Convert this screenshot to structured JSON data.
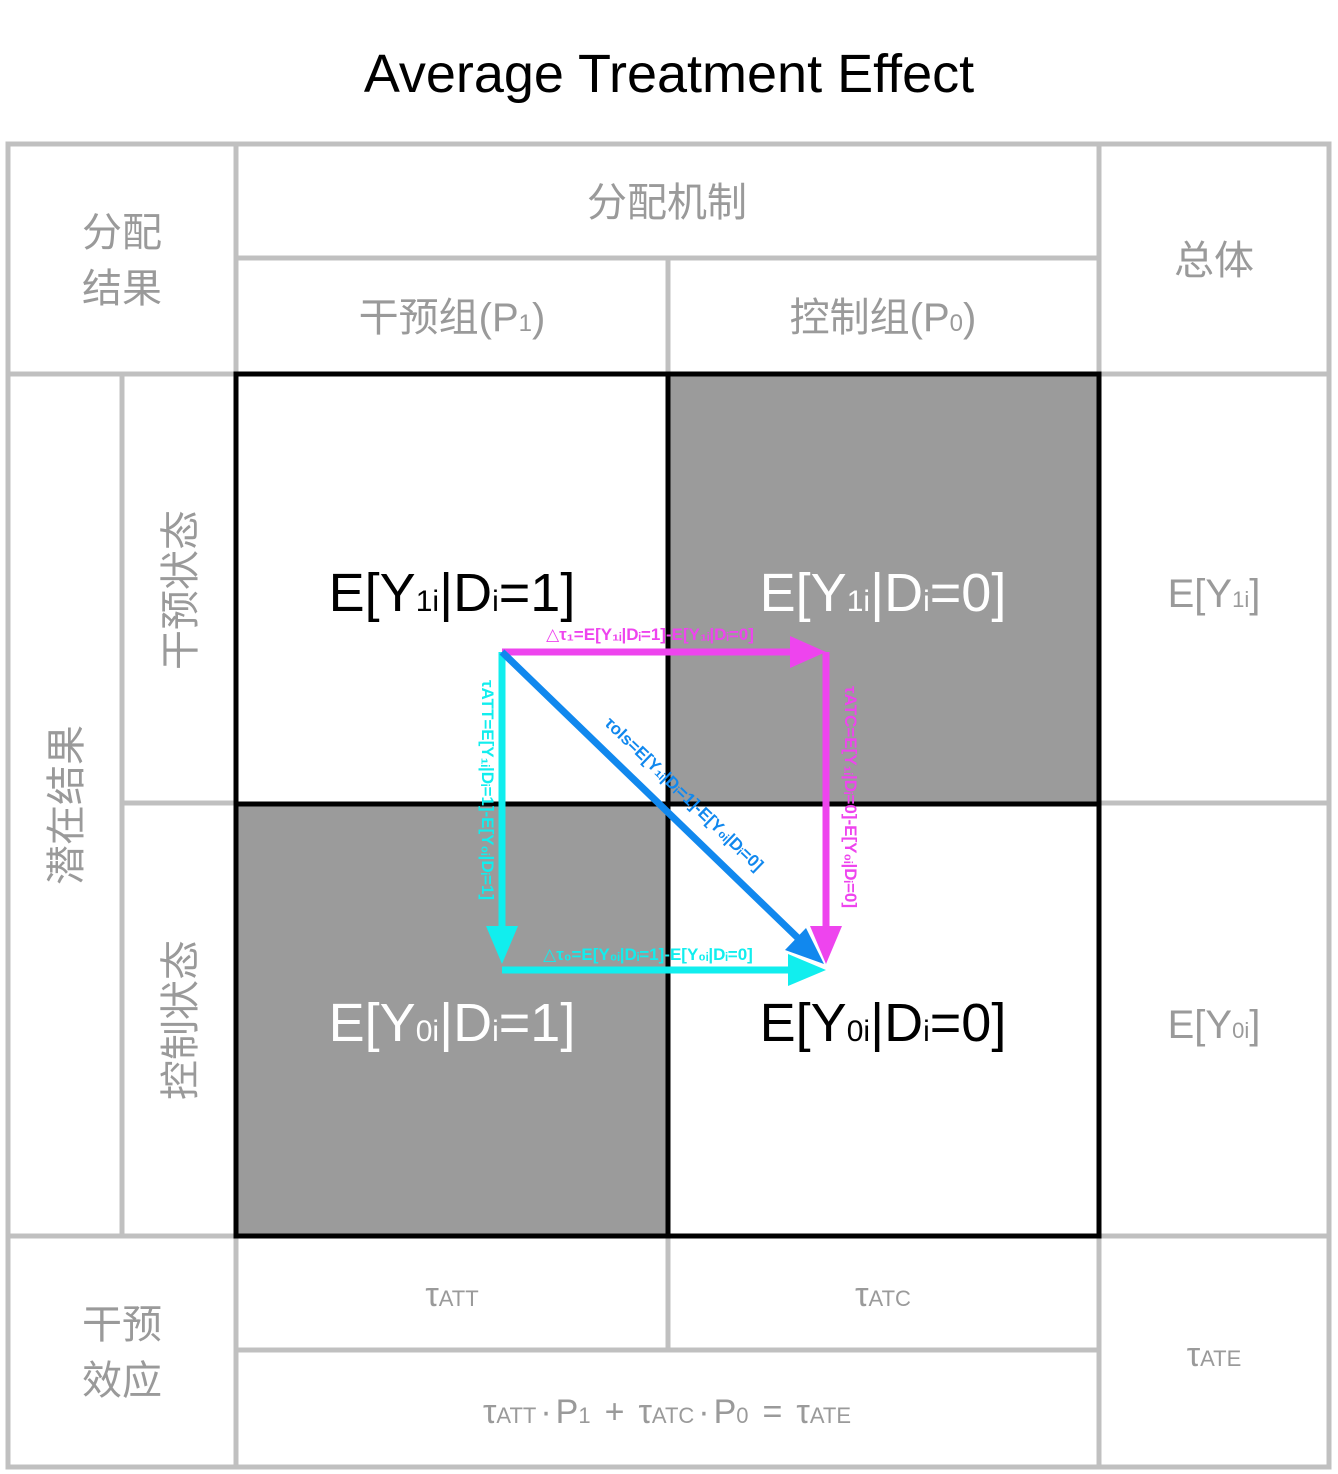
{
  "title": "Average Treatment Effect",
  "colors": {
    "grid": "#c0c0c0",
    "label_gray": "#9a9a9a",
    "cell_shaded": "#9b9b9b",
    "magenta": "#ee44ee",
    "cyan": "#11eeee",
    "blue": "#1188ee"
  },
  "header": {
    "assignment_result": [
      "分配",
      "结果"
    ],
    "assignment_mechanism": "分配机制",
    "overall": "总体",
    "treatment_group": {
      "main": "干预组(P",
      "sub": "1",
      "end": ")"
    },
    "control_group": {
      "main": "控制组(P",
      "sub": "0",
      "end": ")"
    }
  },
  "side": {
    "potential_outcome": "潜在结果",
    "treated_state": "干预状态",
    "control_state": "控制状态"
  },
  "cells": {
    "y1_d1": {
      "pre": "E[Y",
      "sub": "1i",
      "mid": "|D",
      "sub2": "i",
      "post": "=1]"
    },
    "y1_d0": {
      "pre": "E[Y",
      "sub": "1i",
      "mid": "|D",
      "sub2": "i",
      "post": "=0]"
    },
    "y0_d1": {
      "pre": "E[Y",
      "sub": "0i",
      "mid": "|D",
      "sub2": "i",
      "post": "=1]"
    },
    "y0_d0": {
      "pre": "E[Y",
      "sub": "0i",
      "mid": "|D",
      "sub2": "i",
      "post": "=0]"
    }
  },
  "totals": {
    "ey1": {
      "pre": "E[Y",
      "sub": "1i",
      "post": "]"
    },
    "ey0": {
      "pre": "E[Y",
      "sub": "0i",
      "post": "]"
    }
  },
  "effects": {
    "label": [
      "干预",
      "效应"
    ],
    "tau": "τ",
    "att": "ATT",
    "atc": "ATC",
    "ate": "ATE",
    "p1": "P",
    "p1_sub": "1",
    "p0": "P",
    "p0_sub": "0",
    "dot": "·",
    "plus": "+",
    "eq": "="
  },
  "arrows": {
    "delta_tau1": "△τ₁=E[Y₁ᵢ|Dᵢ=1]-E[Y₁ᵢ|Dᵢ=0]",
    "delta_tau0": "△τ₀=E[Y₀ᵢ|Dᵢ=1]-E[Y₀ᵢ|Dᵢ=0]",
    "tau_att": "τATT=E[Y₁ᵢ|Dᵢ=1]-E[Y₀ᵢ|Dᵢ=1]",
    "tau_atc": "τATC=E[Y₁ᵢ|Dᵢ=0]-E[Y₀ᵢ|Dᵢ=0]",
    "tau_ols": "τols=E[Y₁ᵢ|Dᵢ=1]-E[Y₀ᵢ|Dᵢ=0]"
  }
}
